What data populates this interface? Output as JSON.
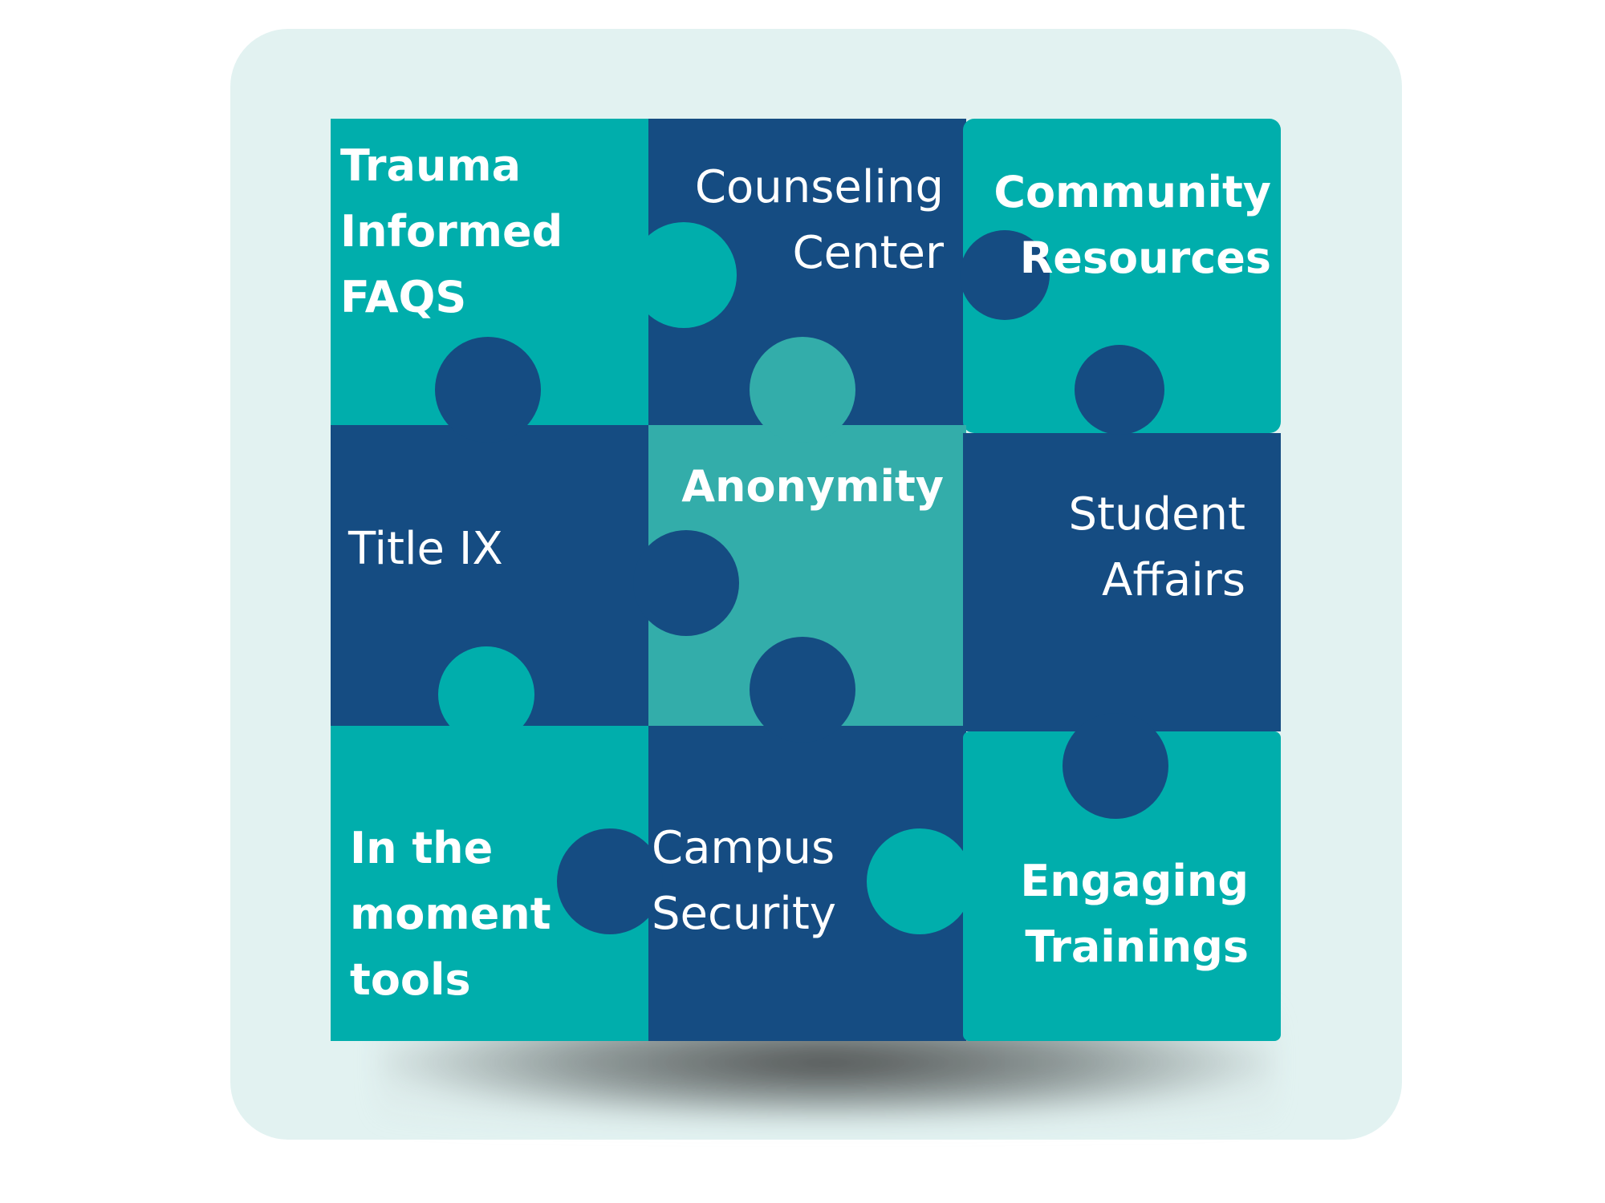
{
  "colors": {
    "panel": "#e2f2f1",
    "teal": "#00aeac",
    "navy": "#154c82",
    "light_teal": "#33adaa",
    "text": "#ffffff"
  },
  "pieces": {
    "trauma_informed_faqs": "Trauma\nInformed\nFAQS",
    "counseling_center": "Counseling\nCenter",
    "community_resources": "Community\nResources",
    "title_ix": "Title IX",
    "anonymity": "Anonymity",
    "student_affairs": "Student\nAffairs",
    "in_the_moment_tools": "In the\nmoment\ntools",
    "campus_security": "Campus\nSecurity",
    "engaging_trainings": "Engaging\nTrainings"
  }
}
